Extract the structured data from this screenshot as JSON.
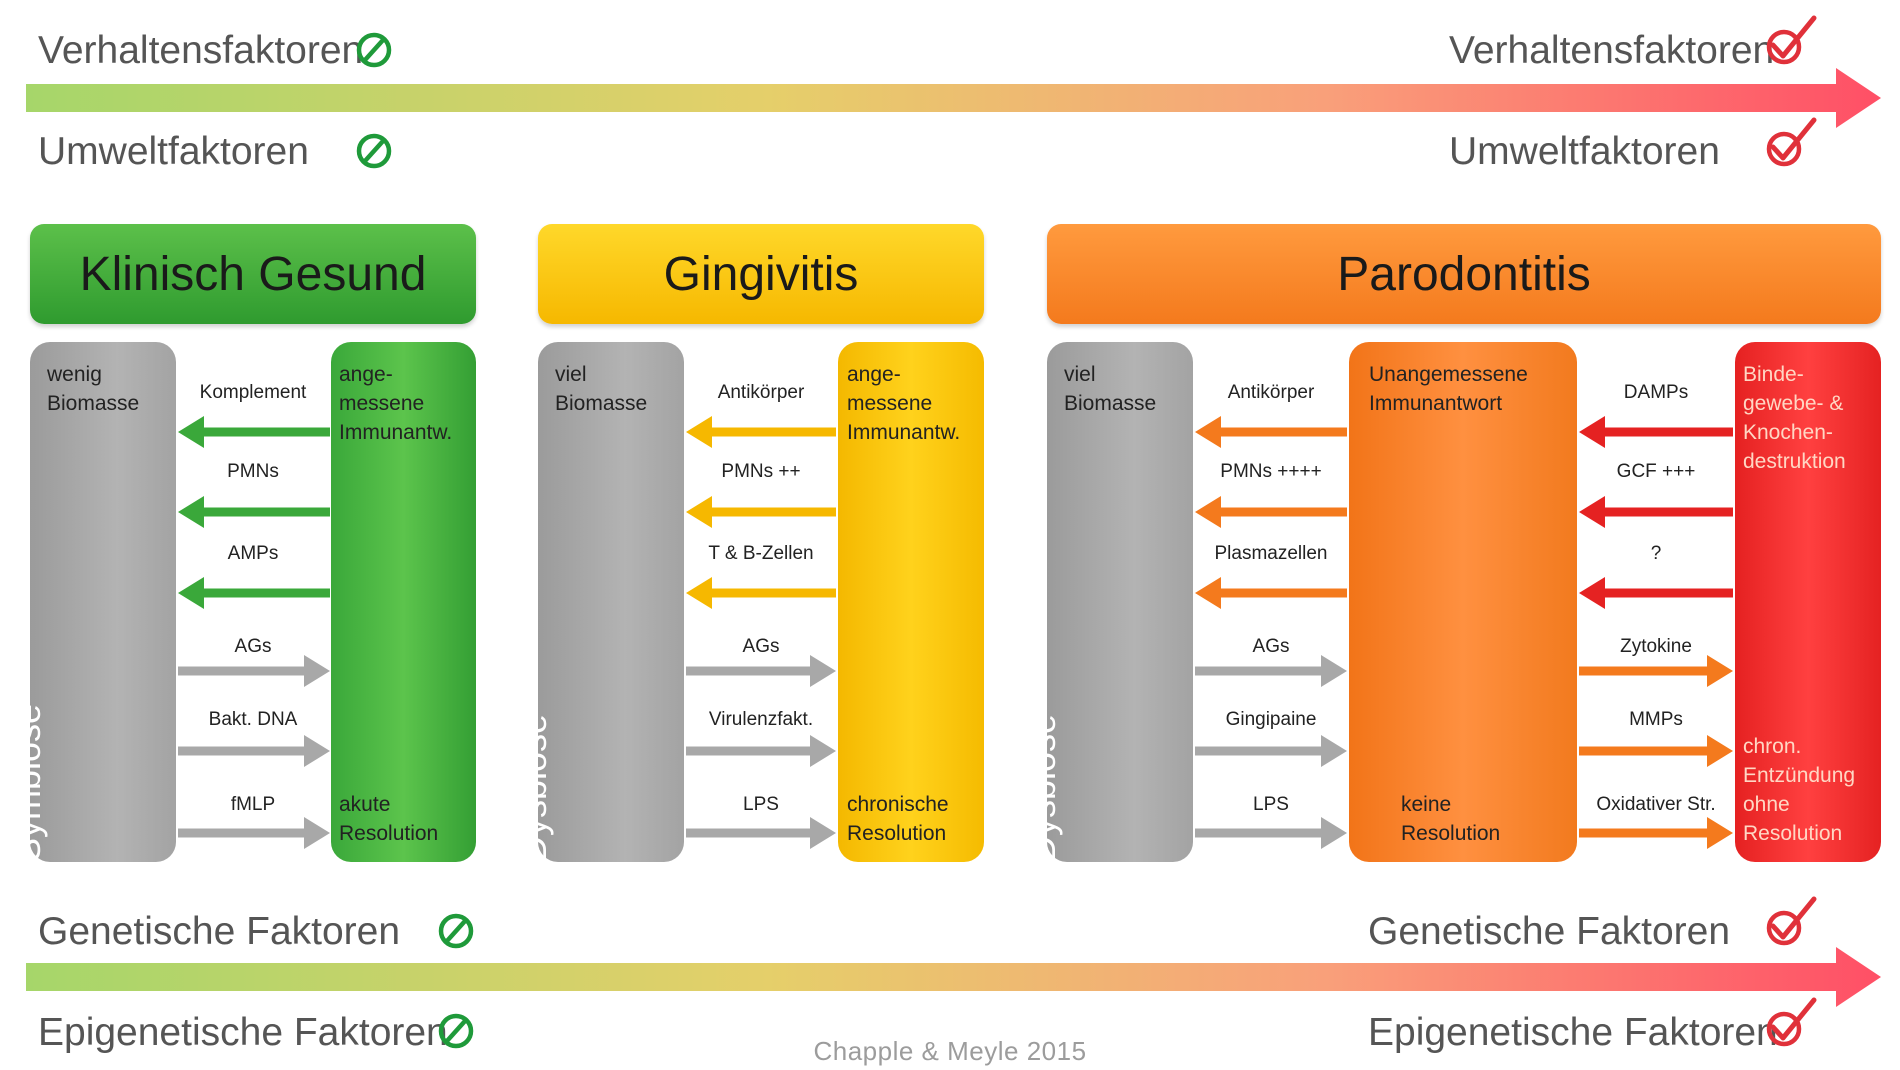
{
  "top_factors": {
    "left": [
      "Verhaltensfaktoren",
      "Umweltfaktoren"
    ],
    "right": [
      "Verhaltensfaktoren",
      "Umweltfaktoren"
    ]
  },
  "bottom_factors": {
    "left": [
      "Genetische Faktoren",
      "Epigenetische Faktoren"
    ],
    "right": [
      "Genetische Faktoren",
      "Epigenetische Faktoren"
    ]
  },
  "stages": [
    {
      "title": "Klinisch Gesund",
      "biomass": "wenig\nBiomasse",
      "dysbiosis": "Symbiose",
      "response": "ange-\nmessene\nImmunantw.",
      "response_footer": "akute\nResolution",
      "arrows_left": [
        "Komplement",
        "PMNs",
        "AMPs"
      ],
      "arrows_right": [
        "AGs",
        "Bakt. DNA",
        "fMLP"
      ]
    },
    {
      "title": "Gingivitis",
      "biomass": "viel\nBiomasse",
      "dysbiosis": "Beginnende\nDysbiose",
      "response": "ange-\nmessene\nImmunantw.",
      "response_footer": "chronische\nResolution",
      "arrows_left": [
        "Antikörper",
        "PMNs ++",
        "T & B-Zellen"
      ],
      "arrows_right": [
        "AGs",
        "Virulenzfakt.",
        "LPS"
      ]
    },
    {
      "title": "Parodontitis",
      "biomass": "viel\nBiomasse",
      "dysbiosis": "Ausgeprägte\nDysbiose",
      "response": "Unangemessene\nImmunantwort",
      "response_footer": "keine\nResolution",
      "arrows_left": [
        "Antikörper",
        "PMNs ++++",
        "Plasmazellen"
      ],
      "arrows_right": [
        "AGs",
        "Gingipaine",
        "LPS"
      ],
      "tissue": "Binde-\ngewebe- &\nKnochen-\ndestruktion",
      "tissue_footer": "chron.\nEntzündung\nohne\nResolution",
      "arrows_tissue_left": [
        "DAMPs",
        "GCF +++",
        "?"
      ],
      "arrows_tissue_right": [
        "Zytokine",
        "MMPs",
        "Oxidativer Str."
      ]
    }
  ],
  "credit": "Chapple & Meyle 2015",
  "colors": {
    "green": "#3aa83a",
    "yellow": "#f6b800",
    "orange": "#f47a1d",
    "red": "#e52222",
    "gray": "#a8a8a8",
    "absent_icon": "#1f9a3a",
    "present_icon": "#e0313a"
  },
  "icons": {
    "absent": "circle-slash-icon",
    "present": "circle-check-icon"
  }
}
